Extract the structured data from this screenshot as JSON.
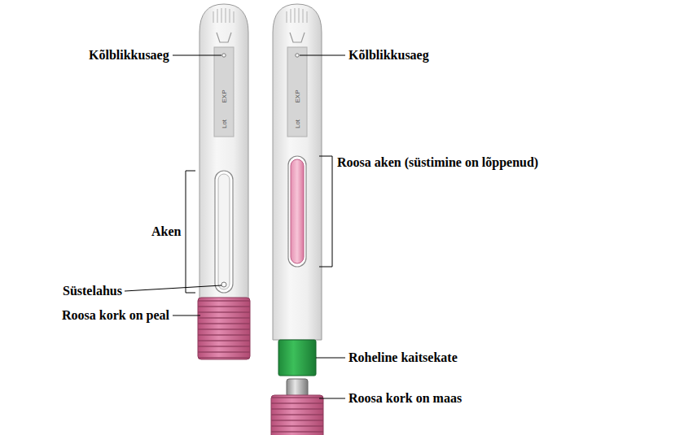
{
  "diagram": {
    "labels": [
      "Kõlblikkusaeg",
      "EXP",
      "Lot",
      "Aken",
      "Süstelahus",
      "Roosa kork on peal",
      "Kõlblikkusaeg",
      "EXP",
      "Lot",
      "Roosa aken (süstimine on lõppenud)",
      "Roheline kaitsekate",
      "Roosa kork on maas"
    ]
  }
}
